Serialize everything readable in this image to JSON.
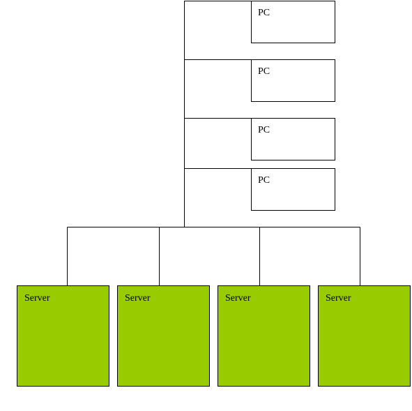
{
  "diagram": {
    "pcs": [
      {
        "label": "PC"
      },
      {
        "label": "PC"
      },
      {
        "label": "PC"
      },
      {
        "label": "PC"
      }
    ],
    "servers": [
      {
        "label": "Server"
      },
      {
        "label": "Server"
      },
      {
        "label": "Server"
      },
      {
        "label": "Server"
      }
    ]
  },
  "colors": {
    "server_fill": "#99cc00",
    "pc_fill": "#ffffff",
    "line": "#000000"
  }
}
